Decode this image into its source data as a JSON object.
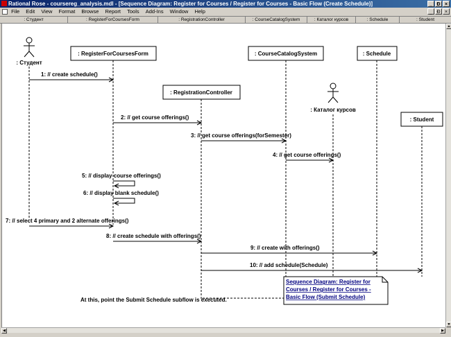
{
  "window": {
    "title": "Rational Rose - coursereg_analysis.mdl - [Sequence Diagram: Register for Courses / Register for Courses - Basic Flow (Create Schedule)]",
    "controls": [
      "_",
      "Ɖ",
      "×"
    ]
  },
  "menubar": {
    "items": [
      "File",
      "Edit",
      "View",
      "Format",
      "Browse",
      "Report",
      "Tools",
      "Add-Ins",
      "Window",
      "Help"
    ],
    "mdi_controls": [
      "_",
      "Ɖ",
      "×"
    ]
  },
  "header": {
    "cells": [
      ": Студент",
      ": RegisterForCoursesForm",
      ": RegistrationController",
      ": CourseCatalogSystem",
      ": Каталог курсов",
      ": Schedule",
      ": Student"
    ]
  },
  "diagram": {
    "objects": {
      "student_ru": ": Студент",
      "form": ": RegisterForCoursesForm",
      "controller": ": RegistrationController",
      "catalog_system": ": CourseCatalogSystem",
      "catalog_ru": ": Каталог курсов",
      "schedule": ": Schedule",
      "student": ": Student"
    },
    "messages": [
      "1: // create schedule()",
      "2: // get course offerings()",
      "3: // get course offerings(forSemester)",
      "4: // get course offerings()",
      "5: // display course offerings()",
      "6: // display blank schedule()",
      "7: // select 4 primary and 2 alternate offerings()",
      "8: // create schedule with offerings()",
      "9: // create with offerings()",
      "10: // add schedule(Schedule)"
    ],
    "note_text": "At this, point the Submit Schedule subflow is executed.",
    "link_note": [
      "Sequence Diagram: Register for",
      "Courses / Register for Courses -",
      "Basic Flow (Submit Schedule)"
    ]
  }
}
